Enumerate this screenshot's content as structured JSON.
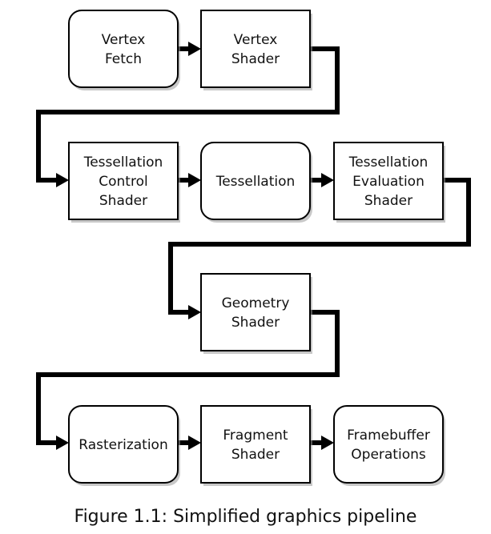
{
  "caption": "Figure 1.1: Simplified graphics pipeline",
  "nodes": [
    {
      "id": "vertex-fetch",
      "lines": [
        "Vertex",
        "Fetch"
      ],
      "shape": "rounded"
    },
    {
      "id": "vertex-shader",
      "lines": [
        "Vertex",
        "Shader"
      ],
      "shape": "square"
    },
    {
      "id": "tessellation-control-shader",
      "lines": [
        "Tessellation",
        "Control",
        "Shader"
      ],
      "shape": "square"
    },
    {
      "id": "tessellation",
      "lines": [
        "Tessellation"
      ],
      "shape": "rounded"
    },
    {
      "id": "tessellation-evaluation-shader",
      "lines": [
        "Tessellation",
        "Evaluation",
        "Shader"
      ],
      "shape": "square"
    },
    {
      "id": "geometry-shader",
      "lines": [
        "Geometry",
        "Shader"
      ],
      "shape": "square"
    },
    {
      "id": "rasterization",
      "lines": [
        "Rasterization"
      ],
      "shape": "rounded"
    },
    {
      "id": "fragment-shader",
      "lines": [
        "Fragment",
        "Shader"
      ],
      "shape": "square"
    },
    {
      "id": "framebuffer-operations",
      "lines": [
        "Framebuffer",
        "Operations"
      ],
      "shape": "rounded"
    }
  ],
  "edges": [
    {
      "from": "vertex-fetch",
      "to": "vertex-shader"
    },
    {
      "from": "vertex-shader",
      "to": "tessellation-control-shader"
    },
    {
      "from": "tessellation-control-shader",
      "to": "tessellation"
    },
    {
      "from": "tessellation",
      "to": "tessellation-evaluation-shader"
    },
    {
      "from": "tessellation-evaluation-shader",
      "to": "geometry-shader"
    },
    {
      "from": "geometry-shader",
      "to": "rasterization"
    },
    {
      "from": "rasterization",
      "to": "fragment-shader"
    },
    {
      "from": "fragment-shader",
      "to": "framebuffer-operations"
    }
  ]
}
